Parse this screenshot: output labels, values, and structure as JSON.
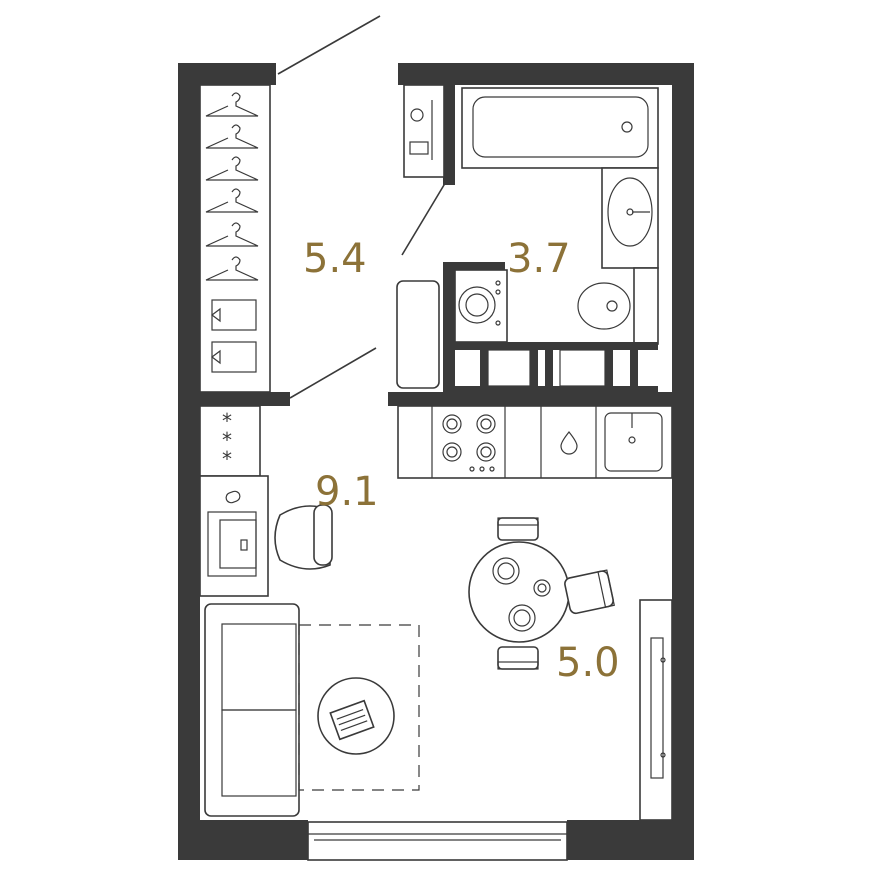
{
  "floor_plan": {
    "rooms": [
      {
        "id": "wardrobe",
        "area": "5.4"
      },
      {
        "id": "bathroom",
        "area": "3.7"
      },
      {
        "id": "living",
        "area": "9.1"
      },
      {
        "id": "kitchen",
        "area": "5.0"
      }
    ]
  },
  "colors": {
    "walls": "#3a3a3a",
    "area_labels": "#8c7238",
    "background": "#ffffff"
  },
  "icons": [
    "hanger-icon",
    "shirt-icon",
    "washing-machine-icon",
    "toilet-icon",
    "sink-icon",
    "bathtub-icon",
    "stove-icon",
    "water-drop-icon",
    "sofa-icon",
    "newspaper-icon",
    "tv-icon",
    "chair-icon",
    "dining-table-icon",
    "desk-icon",
    "heater-icon"
  ]
}
